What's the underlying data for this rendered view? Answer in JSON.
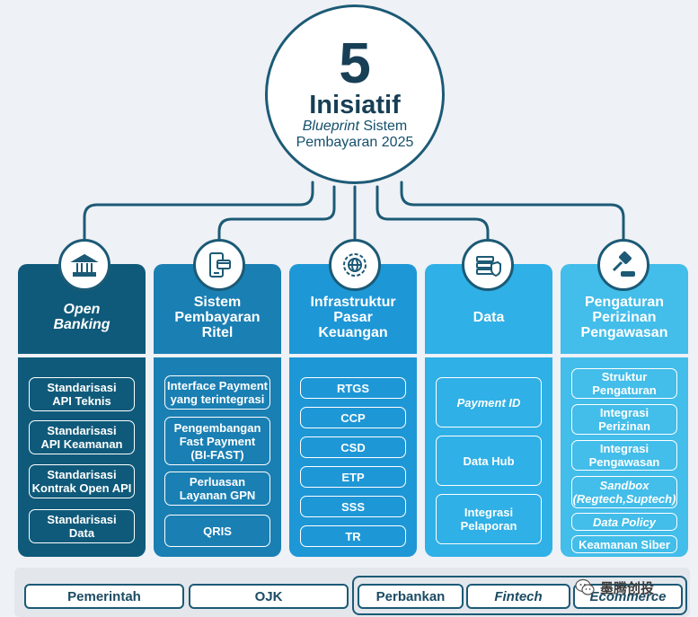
{
  "hub": {
    "number": "5",
    "title": "Inisiatif",
    "subtitle_italic": "Blueprint",
    "subtitle_rest": " Sistem",
    "subtitle_line2": "Pembayaran 2025"
  },
  "columns": [
    {
      "id": "open-banking",
      "icon": "bank-icon",
      "title": "Open\nBanking",
      "color_head": "#0f5a7a",
      "color_body": "#0f5a7a",
      "items": [
        "Standarisasi\nAPI Teknis",
        "Standarisasi\nAPI Keamanan",
        "Standarisasi\nKontrak Open API",
        "Standarisasi\nData"
      ]
    },
    {
      "id": "sistem-pembayaran-ritel",
      "icon": "mobile-payment-icon",
      "title": "Sistem\nPembayaran\nRitel",
      "color_head": "#1a7fb3",
      "color_body": "#1a7fb3",
      "items": [
        "Interface Payment\nyang terintegrasi",
        "Pengembangan\nFast Payment\n(BI-FAST)",
        "Perluasan\nLayanan GPN",
        "QRIS"
      ]
    },
    {
      "id": "infrastruktur-pasar-keuangan",
      "icon": "globe-gear-icon",
      "title": "Infrastruktur\nPasar\nKeuangan",
      "color_head": "#1e97d6",
      "color_body": "#1e97d6",
      "items": [
        "RTGS",
        "CCP",
        "CSD",
        "ETP",
        "SSS",
        "TR"
      ]
    },
    {
      "id": "data",
      "icon": "database-shield-icon",
      "title": "Data",
      "color_head": "#2fb0e6",
      "color_body": "#2fb0e6",
      "items": [
        "Payment ID",
        "Data Hub",
        "Integrasi\nPelaporan"
      ]
    },
    {
      "id": "pengaturan",
      "icon": "gavel-icon",
      "title": "Pengaturan\nPerizinan\nPengawasan",
      "color_head": "#43bde9",
      "color_body": "#43bde9",
      "items": [
        "Struktur\nPengaturan",
        "Integrasi\nPerizinan",
        "Integrasi\nPengawasan",
        "Sandbox\n(Regtech,Suptech)",
        "Data Policy",
        "Keamanan Siber"
      ]
    }
  ],
  "stakeholders": [
    "Pemerintah",
    "OJK",
    "Perbankan",
    "Fintech",
    "Ecommerce"
  ],
  "watermark": "墨腾创投",
  "colors": {
    "line": "#1c5a76",
    "background": "#eef1f5"
  }
}
